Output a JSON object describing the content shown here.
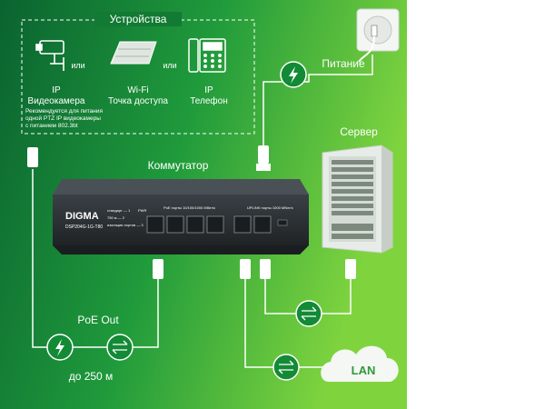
{
  "devices": {
    "heading": "Устройства",
    "or": "или",
    "camera": {
      "line1": "IP",
      "line2": "Видеокамера",
      "note": [
        "Рекомендуется для питания",
        "одной PTZ IP видеокамеры",
        "с питанием 802.3bt"
      ]
    },
    "access_point": {
      "line1": "Wi-Fi",
      "line2": "Точка доступа"
    },
    "phone": {
      "line1": "IP",
      "line2": "Телефон"
    }
  },
  "power": {
    "label": "Питание"
  },
  "server": {
    "label": "Сервер"
  },
  "switch": {
    "label": "Коммутатор",
    "brand": "DIGMA",
    "model": "DSP204G-1G-T80",
    "led_labels": [
      "стандарт — 1",
      "750 м — 2",
      "изоляция портов — 3"
    ],
    "poe_ports_caption": "PoE порты 10/100/1000 Мбит/с",
    "uplink_caption": "UPLINK порты 1000 Мбит/с",
    "pwr_label": "PWR"
  },
  "poe_out": {
    "label": "PoE Out",
    "distance": "до 250 м"
  },
  "lan": {
    "label": "LAN"
  },
  "colors": {
    "bg_dark": "#0b6b2c",
    "bg_light": "#6fcf3c",
    "line": "#ffffff",
    "switch_body": "#2a2f33"
  }
}
